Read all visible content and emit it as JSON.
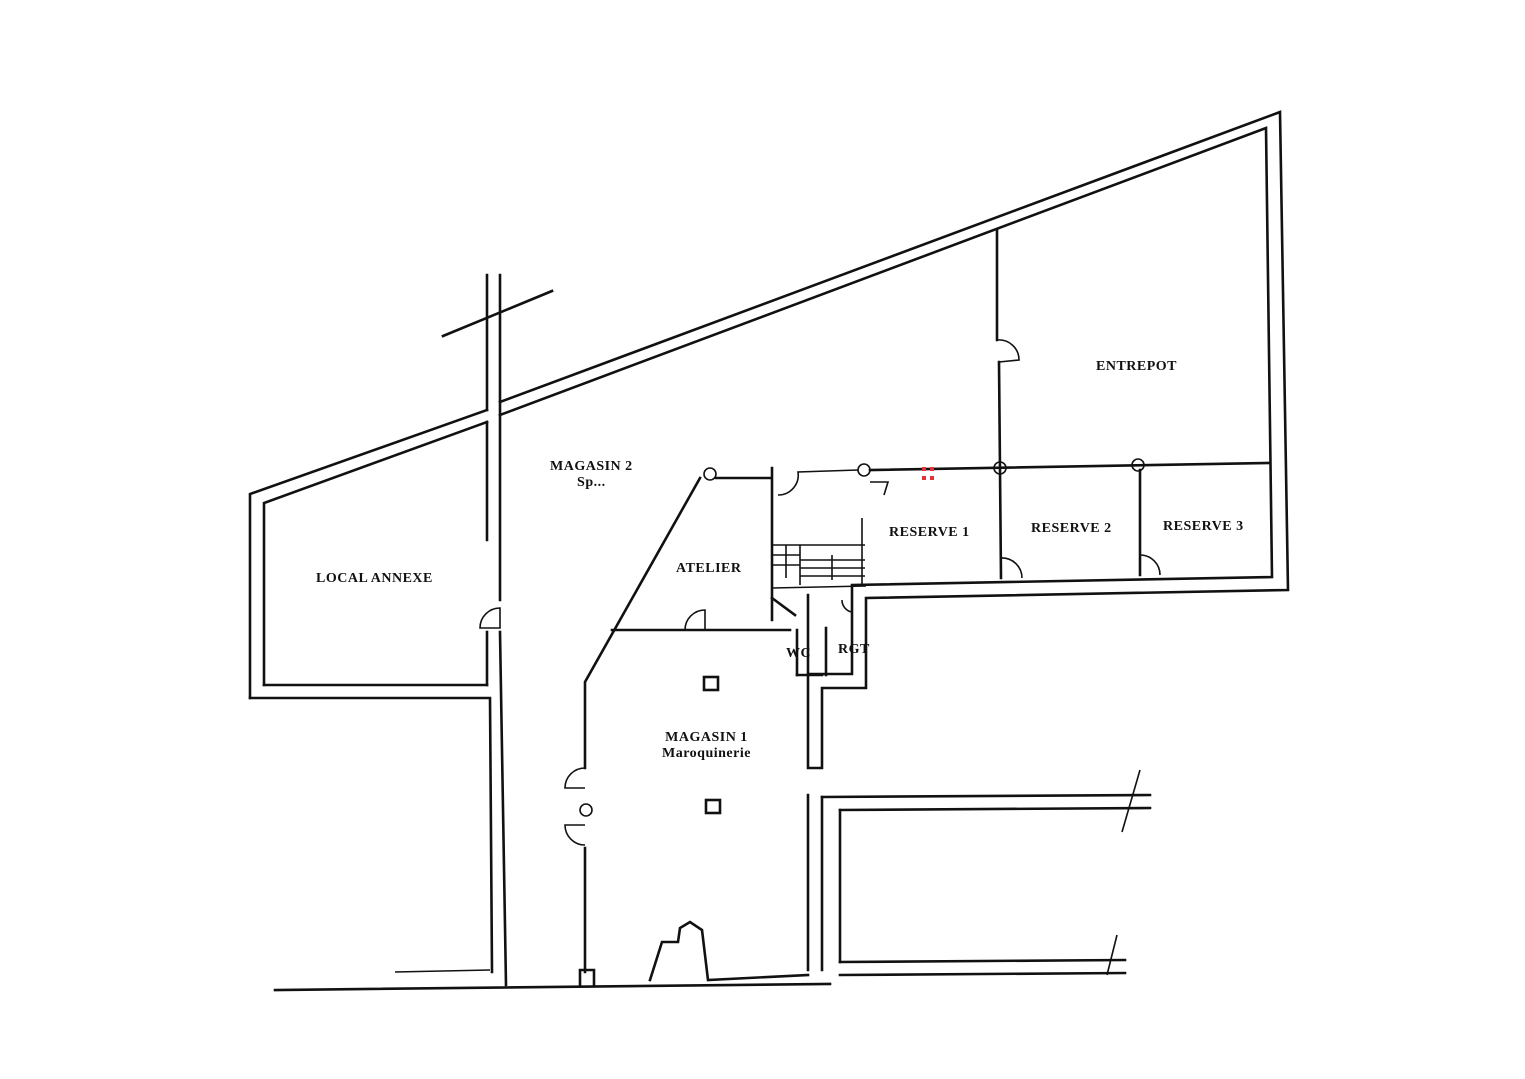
{
  "rooms": {
    "local_annexe": "LOCAL ANNEXE",
    "magasin2": "MAGASIN 2",
    "magasin2_sub": "Sp...",
    "atelier": "ATELIER",
    "reserve1": "RESERVE 1",
    "reserve2": "RESERVE 2",
    "reserve3": "RESERVE 3",
    "entrepot": "ENTREPOT",
    "wc": "WC",
    "rgt": "RGT",
    "magasin1": "MAGASIN 1",
    "magasin1_sub": "Maroquinerie"
  },
  "colors": {
    "walls": "#111111",
    "marker": "#e8303a"
  }
}
